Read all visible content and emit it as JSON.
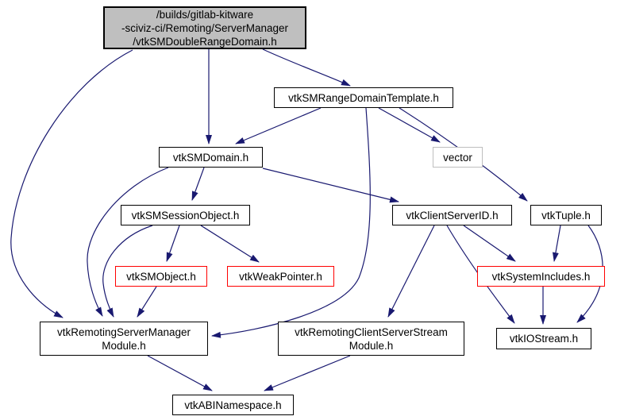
{
  "diagram_type": "include-dependency-graph",
  "colors": {
    "edge": "#191970",
    "root_fill": "#bfbfbf",
    "node_border": "#000000",
    "truncated_node_border": "#ff0000",
    "external_node_border": "#bebebe",
    "background": "#ffffff"
  },
  "nodes": {
    "root": {
      "label": "/builds/gitlab-kitware\n-sciviz-ci/Remoting/ServerManager\n/vtkSMDoubleRangeDomain.h"
    },
    "rangeTemplate": {
      "label": "vtkSMRangeDomainTemplate.h"
    },
    "smDomain": {
      "label": "vtkSMDomain.h"
    },
    "vector": {
      "label": "vector"
    },
    "smSessionObject": {
      "label": "vtkSMSessionObject.h"
    },
    "clientServerId": {
      "label": "vtkClientServerID.h"
    },
    "tuple": {
      "label": "vtkTuple.h"
    },
    "smObject": {
      "label": "vtkSMObject.h"
    },
    "weakPointer": {
      "label": "vtkWeakPointer.h"
    },
    "systemIncludes": {
      "label": "vtkSystemIncludes.h"
    },
    "serverManagerModule": {
      "label": "vtkRemotingServerManager\nModule.h"
    },
    "clientServerStreamModule": {
      "label": "vtkRemotingClientServerStream\nModule.h"
    },
    "ioStream": {
      "label": "vtkIOStream.h"
    },
    "abiNamespace": {
      "label": "vtkABINamespace.h"
    }
  },
  "edges": [
    {
      "from": "root",
      "to": "rangeTemplate"
    },
    {
      "from": "root",
      "to": "smDomain"
    },
    {
      "from": "root",
      "to": "serverManagerModule"
    },
    {
      "from": "rangeTemplate",
      "to": "smDomain"
    },
    {
      "from": "rangeTemplate",
      "to": "vector"
    },
    {
      "from": "rangeTemplate",
      "to": "tuple"
    },
    {
      "from": "rangeTemplate",
      "to": "serverManagerModule"
    },
    {
      "from": "smDomain",
      "to": "smSessionObject"
    },
    {
      "from": "smDomain",
      "to": "clientServerId"
    },
    {
      "from": "smDomain",
      "to": "serverManagerModule"
    },
    {
      "from": "smSessionObject",
      "to": "smObject"
    },
    {
      "from": "smSessionObject",
      "to": "weakPointer"
    },
    {
      "from": "smSessionObject",
      "to": "serverManagerModule"
    },
    {
      "from": "smObject",
      "to": "serverManagerModule"
    },
    {
      "from": "clientServerId",
      "to": "clientServerStreamModule"
    },
    {
      "from": "clientServerId",
      "to": "systemIncludes"
    },
    {
      "from": "clientServerId",
      "to": "ioStream"
    },
    {
      "from": "tuple",
      "to": "systemIncludes"
    },
    {
      "from": "tuple",
      "to": "ioStream"
    },
    {
      "from": "systemIncludes",
      "to": "ioStream"
    },
    {
      "from": "serverManagerModule",
      "to": "abiNamespace"
    },
    {
      "from": "clientServerStreamModule",
      "to": "abiNamespace"
    }
  ]
}
